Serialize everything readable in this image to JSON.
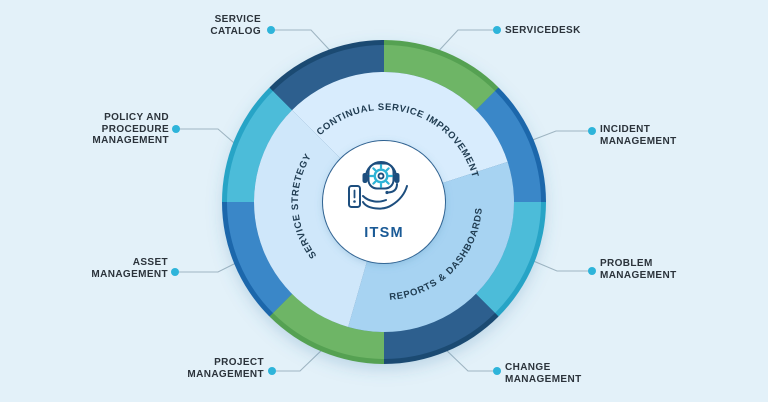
{
  "diagram_title": "ITSM",
  "colors": {
    "background": "#e3f1f9",
    "connector_line": "#9fb5c2",
    "connector_dot": "#2eb4da",
    "center_circle": "#ffffff",
    "title_text": "#1a5a96",
    "callout_text": "#2b333b",
    "curved_text": "#213d52",
    "icon_navy": "#1d4e7e",
    "icon_teal": "#2fb3d6"
  },
  "center": {
    "title": "ITSM",
    "icon": "headset-gear-hand-icon"
  },
  "inner_ring": {
    "segments": [
      {
        "label": "CONTINUAL SERVICE IMPROVEMENT",
        "color": "#d8ecfd"
      },
      {
        "label": "REPORTS & DASHBOARDS",
        "color": "#a7d3f2"
      },
      {
        "label": "SERVICE STRETEGY",
        "color": "#cfe7fa"
      }
    ]
  },
  "outer_ring": {
    "segments": [
      {
        "name": "servicedesk",
        "color": "#6eb566",
        "rim_color": "#55a152"
      },
      {
        "name": "incident-management",
        "color": "#3a87c8",
        "rim_color": "#1c67ab"
      },
      {
        "name": "problem-management",
        "color": "#4cbcd9",
        "rim_color": "#27a4c6"
      },
      {
        "name": "change-management",
        "color": "#2d5f8e",
        "rim_color": "#1b4a72"
      },
      {
        "name": "project-management",
        "color": "#6eb566",
        "rim_color": "#55a152"
      },
      {
        "name": "asset-management",
        "color": "#3a87c8",
        "rim_color": "#1c67ab"
      },
      {
        "name": "policy-management",
        "color": "#4cbcd9",
        "rim_color": "#27a4c6"
      },
      {
        "name": "service-catalog",
        "color": "#2d5f8e",
        "rim_color": "#1b4a72"
      }
    ]
  },
  "callouts": [
    {
      "id": "service-catalog",
      "text": "SERVICE\nCATALOG"
    },
    {
      "id": "servicedesk",
      "text": "SERVICEDESK"
    },
    {
      "id": "incident-management",
      "text": "INCIDENT\nMANAGEMENT"
    },
    {
      "id": "problem-management",
      "text": "PROBLEM\nMANAGEMENT"
    },
    {
      "id": "change-management",
      "text": "CHANGE\nMANAGEMENT"
    },
    {
      "id": "project-management",
      "text": "PROJECT\nMANAGEMENT"
    },
    {
      "id": "asset-management",
      "text": "ASSET\nMANAGEMENT"
    },
    {
      "id": "policy-and-procedure-management",
      "text": "POLICY AND\nPROCEDURE\nMANAGEMENT"
    }
  ]
}
